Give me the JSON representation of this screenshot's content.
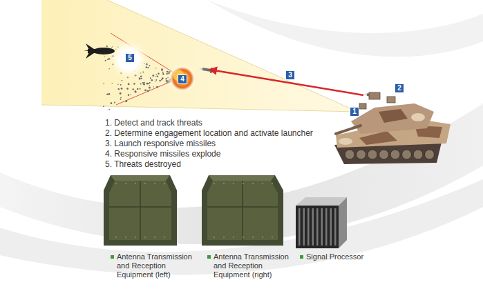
{
  "diagram": {
    "labels": [
      "1",
      "2",
      "3",
      "4",
      "5",
      "1. Detect and track threats",
      "2. Determine engagement location and activate launcher",
      "3. Launch responsive missiles",
      "4. Responsive missiles explode",
      "5. Threats destroyed",
      "Antenna Transmission and Reception Equipment (left)",
      "Antenna Transmission and Reception Equipment (right)",
      "Signal Processor"
    ]
  }
}
